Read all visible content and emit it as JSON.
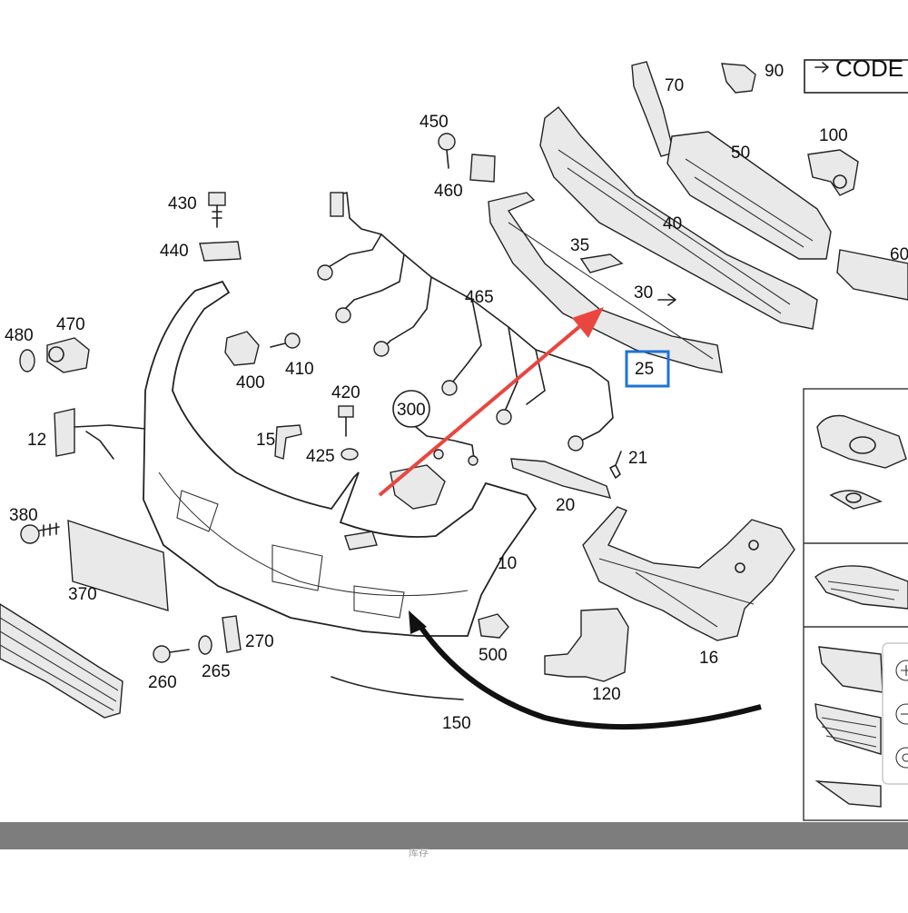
{
  "code_label": "CODE",
  "highlight_color": "#1e73d8",
  "arrow_color": "#e8463f",
  "parts": {
    "p10": "10",
    "p12": "12",
    "p15": "15",
    "p16": "16",
    "p20": "20",
    "p21": "21",
    "p25": "25",
    "p30": "30",
    "p35": "35",
    "p40": "40",
    "p50": "50",
    "p60": "60",
    "p70": "70",
    "p90": "90",
    "p100": "100",
    "p120": "120",
    "p150": "150",
    "p260": "260",
    "p265": "265",
    "p270": "270",
    "p300": "300",
    "p370": "370",
    "p380": "380",
    "p400": "400",
    "p410": "410",
    "p420": "420",
    "p425": "425",
    "p430": "430",
    "p440": "440",
    "p450": "450",
    "p460": "460",
    "p465": "465",
    "p470": "470",
    "p480": "480",
    "p500": "500"
  },
  "side_icons": [
    "zoom-in-icon",
    "zoom-out-icon",
    "reset-icon"
  ],
  "footer_text": "库存"
}
